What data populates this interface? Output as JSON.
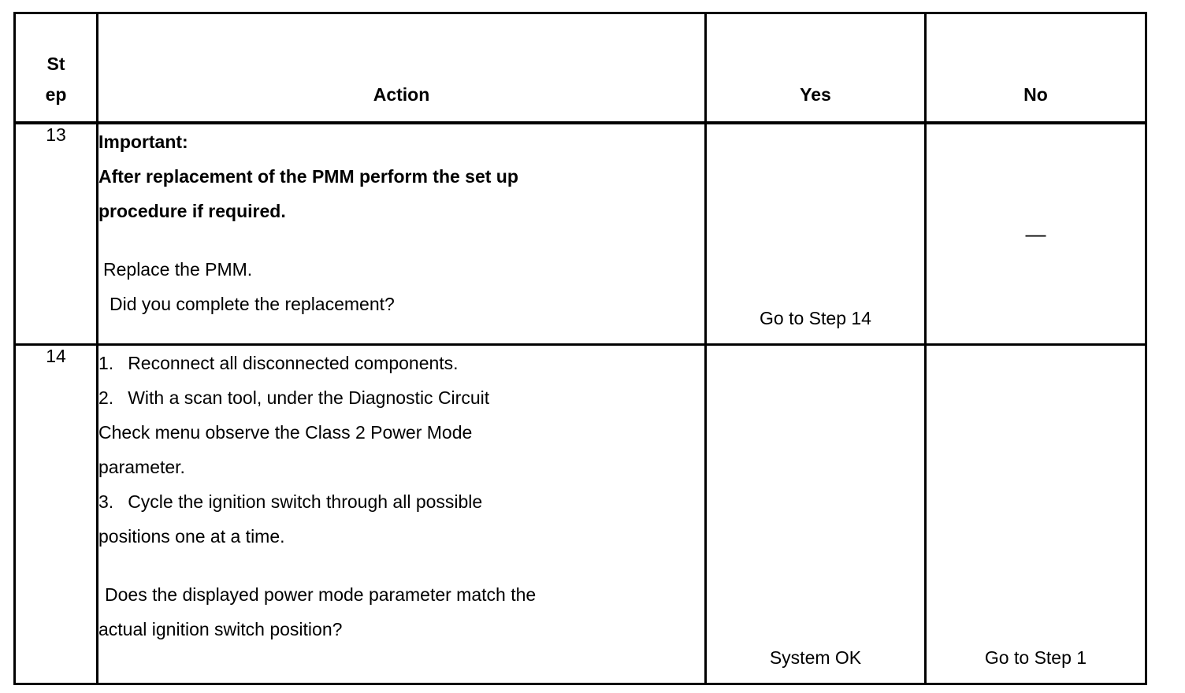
{
  "document": {
    "type": "diagnostic-procedure-table",
    "columns": [
      {
        "key": "step",
        "label_line1": "St",
        "label_line2": "ep"
      },
      {
        "key": "action",
        "label": "Action"
      },
      {
        "key": "yes",
        "label": "Yes"
      },
      {
        "key": "no",
        "label": "No"
      }
    ],
    "rows": [
      {
        "step": "13",
        "action": {
          "important_label": "Important:",
          "important_lines": [
            "After replacement of the PMM perform the set up",
            "procedure if required."
          ],
          "body_lines": [
            "Replace the PMM.",
            "Did you complete the replacement?"
          ]
        },
        "yes": "Go to Step 14",
        "no": "—"
      },
      {
        "step": "14",
        "action": {
          "list": [
            {
              "number": "1.",
              "lines": [
                "Reconnect all disconnected components."
              ]
            },
            {
              "number": "2.",
              "lines": [
                "With a scan tool, under the Diagnostic Circuit",
                "Check menu observe the Class 2 Power Mode",
                "parameter."
              ]
            },
            {
              "number": "3.",
              "lines": [
                "Cycle the ignition switch through all possible",
                "positions one at a time."
              ]
            }
          ],
          "question_lines": [
            "Does the displayed power mode parameter match the",
            "actual ignition switch position?"
          ]
        },
        "yes": "System OK",
        "no": "Go to Step 1"
      }
    ]
  },
  "colors": {
    "page_background": "#ffffff",
    "text": "#000000",
    "border": "#000000"
  }
}
